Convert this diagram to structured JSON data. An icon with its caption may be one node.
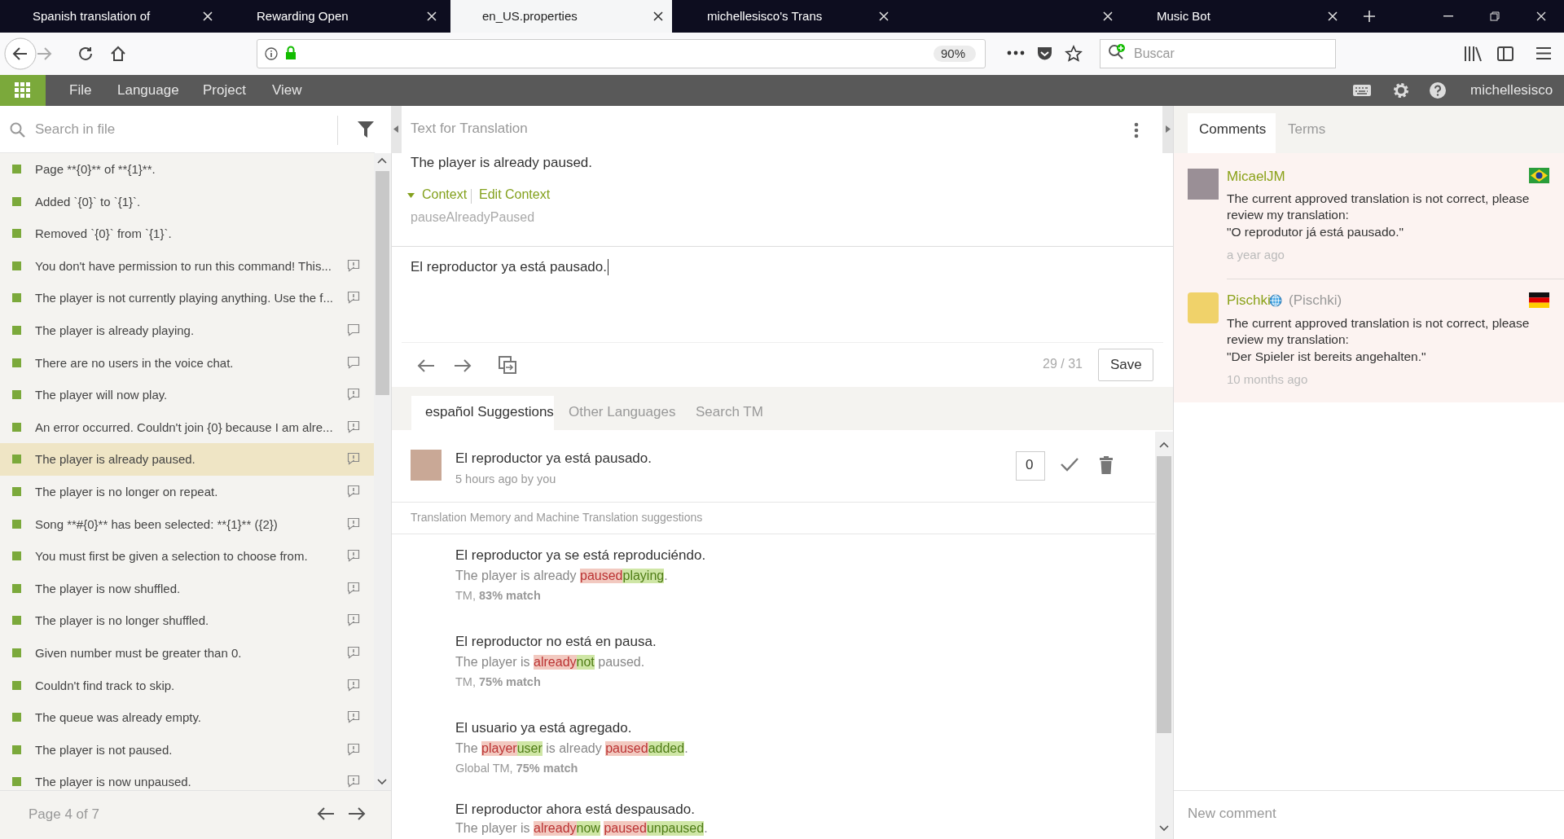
{
  "diagram": {
    "labels": [
      "Spanish translation of",
      "Rewarding Open",
      "en_US.properties",
      "michellesisco's Trans",
      "Music Bot",
      "90%",
      "Buscar",
      "File",
      "Language",
      "Project",
      "View",
      "michellesisco",
      "Search in file",
      "Page **{0}** of **{1}**.",
      "Added `{0}` to `{1}`.",
      "Removed `{0}` from `{1}`.",
      "You don't have permission to run this command! This...",
      "The player is not currently playing anything. Use the f...",
      "The player is already playing.",
      "There are no users in the voice chat.",
      "The player will now play.",
      "An error occurred. Couldn't join {0} because I am alre...",
      "The player is already paused.",
      "The player is no longer on repeat.",
      "Song **#{0}** has been selected: **{1}** ({2})",
      "You must first be given a selection to choose from.",
      "The player is now shuffled.",
      "The player is no longer shuffled.",
      "Given number must be greater than 0.",
      "Couldn't find track to skip.",
      "The queue was already empty.",
      "The player is not paused.",
      "The player is now unpaused.",
      "Page 4 of 7",
      "Text for Translation",
      "The player is already paused.",
      "Context",
      "Edit Context",
      "pauseAlreadyPaused",
      "El reproductor ya está pausado.",
      "29 / 31",
      "Save",
      "español Suggestions",
      "Other Languages",
      "Search TM",
      "El reproductor ya está pausado.",
      "5 hours ago by you",
      "0",
      "Translation Memory and Machine Translation suggestions",
      "El reproductor ya se está reproduciéndo.",
      "The player is already",
      "paused",
      "playing",
      ".",
      "TM, **83% match**",
      "El reproductor no está en pausa.",
      "The player is",
      "already",
      "not",
      "paused.",
      "TM, **75% match**",
      "El usuario ya está agregado.",
      "The",
      "player",
      "user",
      "is already",
      "paused",
      "added",
      ".",
      "Global TM, **75% match**",
      "El reproductor ahora está despausado.",
      "The player is",
      "already",
      "now",
      "paused",
      "unpaused",
      ".",
      "Comments",
      "Terms",
      "MicaelJM",
      "The current approved translation is not correct, please review my translation:",
      "\"O reprodutor já está pausado.\"",
      "a year ago",
      "Pischki",
      "(Pischki)",
      "The current approved translation is not correct, please review my translation:",
      "\"Der Spieler ist bereits angehalten.\"",
      "10 months ago",
      "New comment"
    ]
  }
}
